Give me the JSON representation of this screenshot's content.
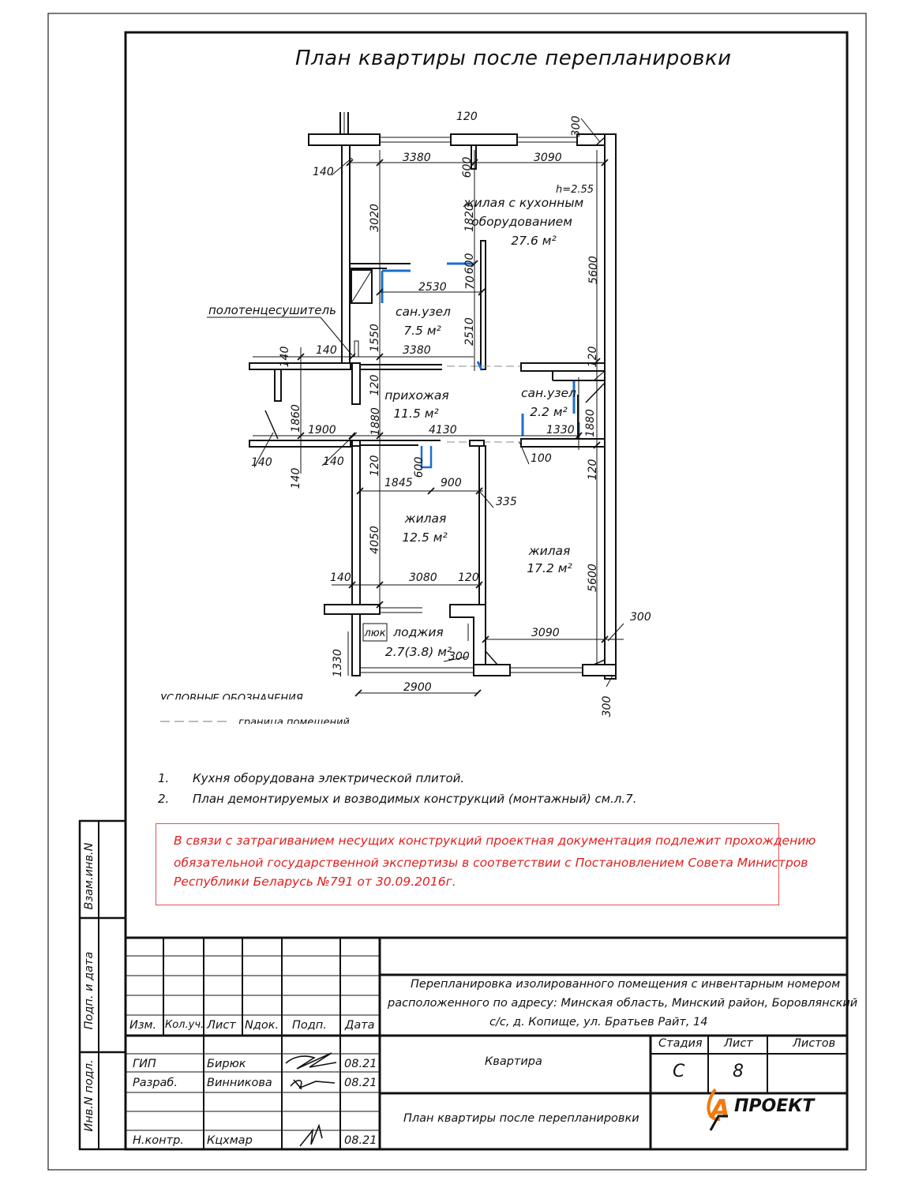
{
  "drawing": {
    "title": "План квартиры после перепланировки",
    "rooms": [
      {
        "name": "жилая с кухонным",
        "name2": "оборудованием",
        "area": "27.6 м²",
        "height": "h=2.55"
      },
      {
        "name": "сан.узел",
        "area": "7.5 м²"
      },
      {
        "name": "прихожая",
        "area": "11.5 м²"
      },
      {
        "name": "сан.узел",
        "area": "2.2 м²"
      },
      {
        "name": "жилая",
        "area": "12.5 м²"
      },
      {
        "name": "жилая",
        "area": "17.2 м²"
      },
      {
        "name": "лоджия",
        "area": "2.7(3.8) м²",
        "hatch_label": "люк"
      }
    ],
    "towel_dryer_label": "полотенцесушитель",
    "dimensions": [
      "120",
      "300",
      "3380",
      "600",
      "3090",
      "140",
      "3020",
      "1820",
      "5600",
      "600",
      "70",
      "2530",
      "2510",
      "1550",
      "3380",
      "140",
      "140",
      "120",
      "1860",
      "1880",
      "120",
      "1880",
      "1900",
      "4130",
      "1330",
      "140",
      "140",
      "140",
      "120",
      "600",
      "100",
      "120",
      "1845",
      "900",
      "335",
      "4050",
      "5600",
      "140",
      "3080",
      "120",
      "300",
      "1330",
      "300",
      "3090",
      "2900",
      "300"
    ],
    "legend_title": "УСЛОВНЫЕ ОБОЗНАЧЕНИЯ",
    "legend_item": "граница помещений"
  },
  "notes": [
    {
      "num": "1.",
      "text": "Кухня оборудована электрической плитой."
    },
    {
      "num": "2.",
      "text": "План демонтируемых и возводимых конструкций (монтажный) см.л.7."
    }
  ],
  "warning": {
    "lines": [
      "В связи с затрагиванием несущих конструкций проектная документация подлежит прохождению",
      "обязательной государственной экспертизы в соответствии с Постановлением Совета Министров",
      "Республики Беларусь №791 от 30.09.2016г."
    ],
    "color": "#e01f1f"
  },
  "side_stamp": {
    "labels": [
      "Взам.инв.N",
      "Подп. и дата",
      "Инв.N подл."
    ]
  },
  "title_block": {
    "headers": [
      "Изм.",
      "Кол.уч.",
      "Лист",
      "Nдок.",
      "Подп.",
      "Дата"
    ],
    "people": [
      {
        "role": "ГИП",
        "name": "Бирюк",
        "date": "08.21"
      },
      {
        "role": "Разраб.",
        "name": "Винникова",
        "date": "08.21"
      },
      {
        "role": "Н.контр.",
        "name": "Кцхмар",
        "date": "08.21"
      }
    ],
    "project_lines": [
      "Перепланировка изолированного помещения с инвентарным номером",
      "расположенного по адресу: Минская область, Минский район, Боровлянский",
      "с/с, д. Копище, ул. Братьев Райт, 14"
    ],
    "object": "Квартира",
    "sheet_title": "План квартиры после перепланировки",
    "stage_header": "Стадия",
    "sheet_header": "Лист",
    "sheets_header": "Листов",
    "stage": "С",
    "sheet": "8",
    "sheets": "",
    "logo_text": "ПРОЕКТ",
    "logo_letter": "А",
    "logo_color": "#f07a10"
  }
}
